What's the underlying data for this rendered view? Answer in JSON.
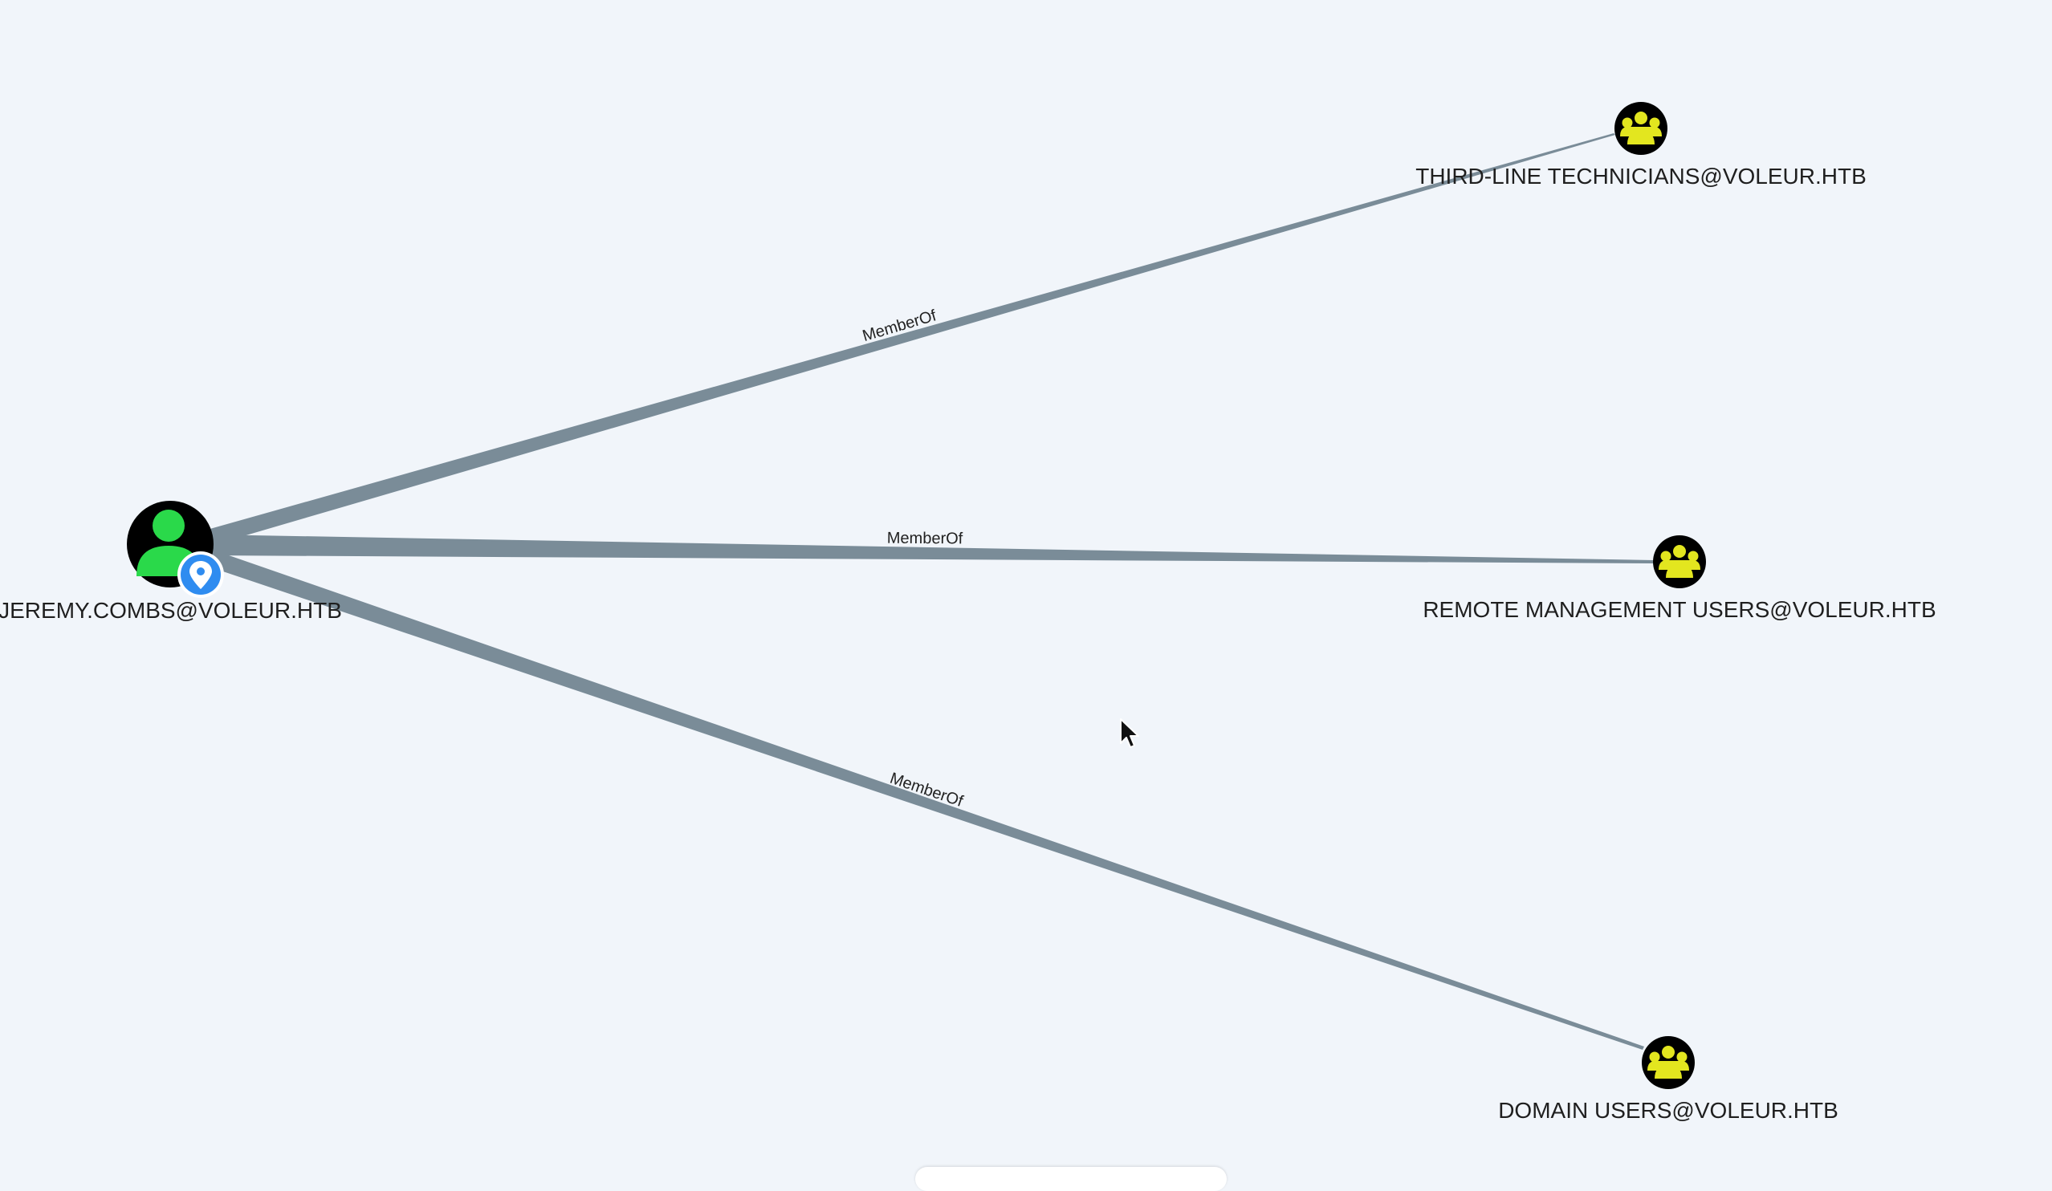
{
  "graph": {
    "colors": {
      "background": "#f1f5fa",
      "edge": "#7a8c98",
      "user_node_bg": "#000000",
      "user_icon": "#2ad94a",
      "group_node_bg": "#000000",
      "group_icon": "#e3e61f",
      "owned_badge": "#2f8cf0"
    },
    "source_node": {
      "label": "JEREMY.COMBS@VOLEUR.HTB",
      "icon": "user-icon",
      "badge_icon": "location-pin-icon"
    },
    "target_nodes": [
      {
        "label": "THIRD-LINE TECHNICIANS@VOLEUR.HTB",
        "icon": "group-icon"
      },
      {
        "label": "REMOTE MANAGEMENT USERS@VOLEUR.HTB",
        "icon": "group-icon"
      },
      {
        "label": "DOMAIN USERS@VOLEUR.HTB",
        "icon": "group-icon"
      }
    ],
    "edges": [
      {
        "label": "MemberOf"
      },
      {
        "label": "MemberOf"
      },
      {
        "label": "MemberOf"
      }
    ]
  }
}
